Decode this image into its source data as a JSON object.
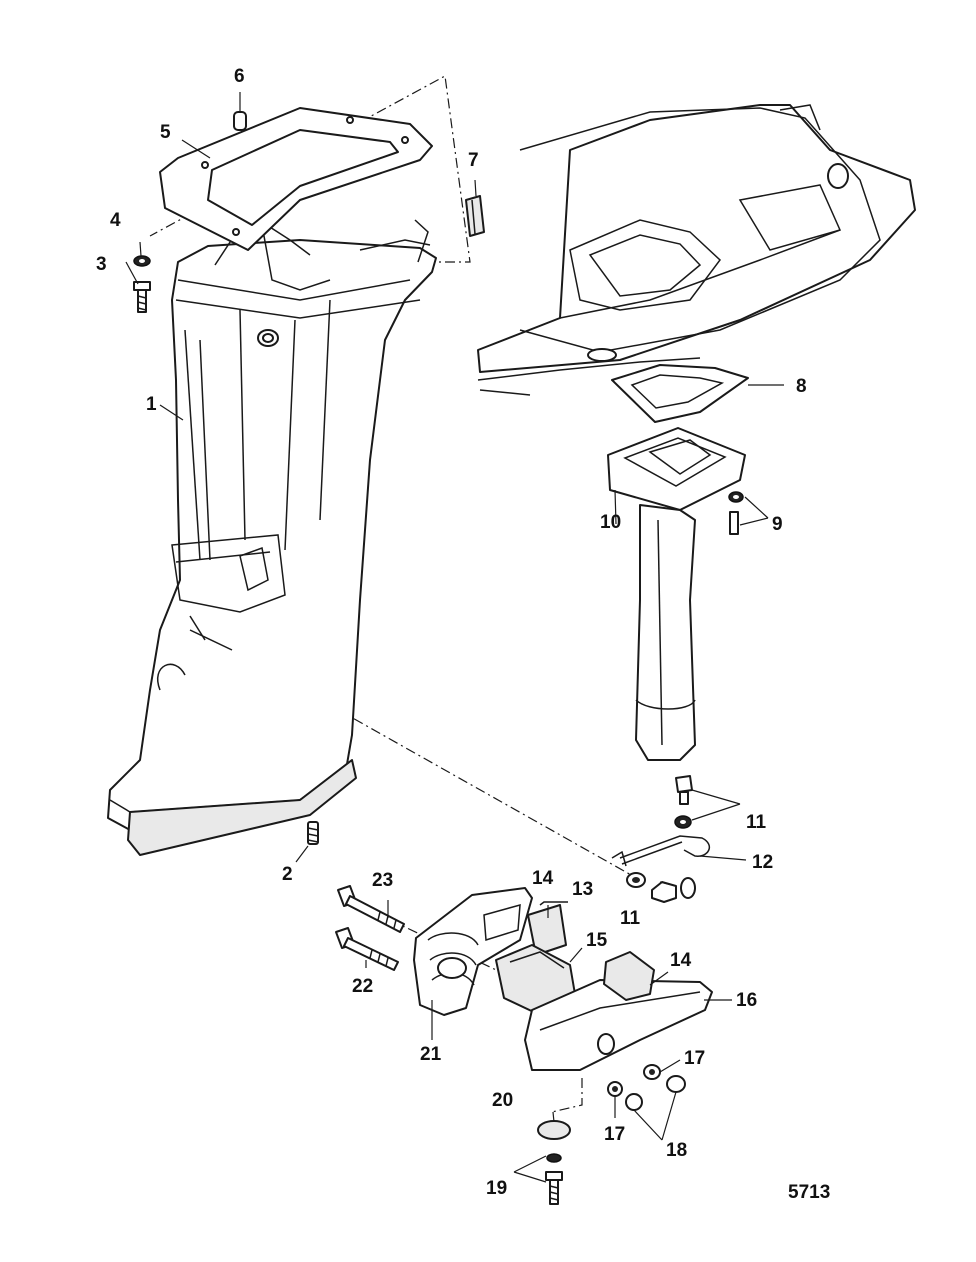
{
  "diagram": {
    "callouts": {
      "c1": "1",
      "c2": "2",
      "c3": "3",
      "c4": "4",
      "c5": "5",
      "c6": "6",
      "c7": "7",
      "c8": "8",
      "c9": "9",
      "c10": "10",
      "c11a": "11",
      "c11b": "11",
      "c12": "12",
      "c13": "13",
      "c14a": "14",
      "c14b": "14",
      "c15": "15",
      "c16": "16",
      "c17a": "17",
      "c17b": "17",
      "c18": "18",
      "c19": "19",
      "c20": "20",
      "c21": "21",
      "c22": "22",
      "c23": "23"
    },
    "reference_number": "5713"
  }
}
